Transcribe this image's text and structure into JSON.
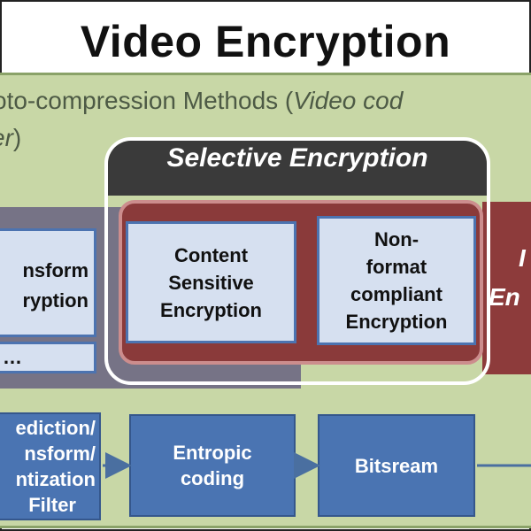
{
  "title": "Video Encryption",
  "panel": {
    "label_line1_prefix": "oto-compression  Methods (",
    "label_line1_italic": "Video cod",
    "label_line2_italic": "er",
    "label_line2_suffix": ")"
  },
  "selective": {
    "title": "Selective Encryption",
    "content_box_lines": [
      "Content",
      "Sensitive",
      "Encryption"
    ],
    "nonformat_box_lines": [
      "Non-",
      "format",
      "compliant",
      "Encryption"
    ]
  },
  "left_group": {
    "transform_lines": [
      "nsform",
      "ryption"
    ],
    "ellipsis": "…"
  },
  "right_group": {
    "lines": [
      "I",
      "En"
    ]
  },
  "pipeline": {
    "prediction_lines": [
      "ediction/",
      "nsform/",
      "ntization",
      "Filter"
    ],
    "entropic_lines": [
      "Entropic",
      "coding"
    ],
    "bitstream_label": "Bitsream"
  },
  "colors": {
    "green_panel": "#c8d7a6",
    "selective_header": "#3a3a3a",
    "red_region": "#8a3a3a",
    "blue_box": "#4a74b2",
    "light_box": "#d6e0f0"
  }
}
